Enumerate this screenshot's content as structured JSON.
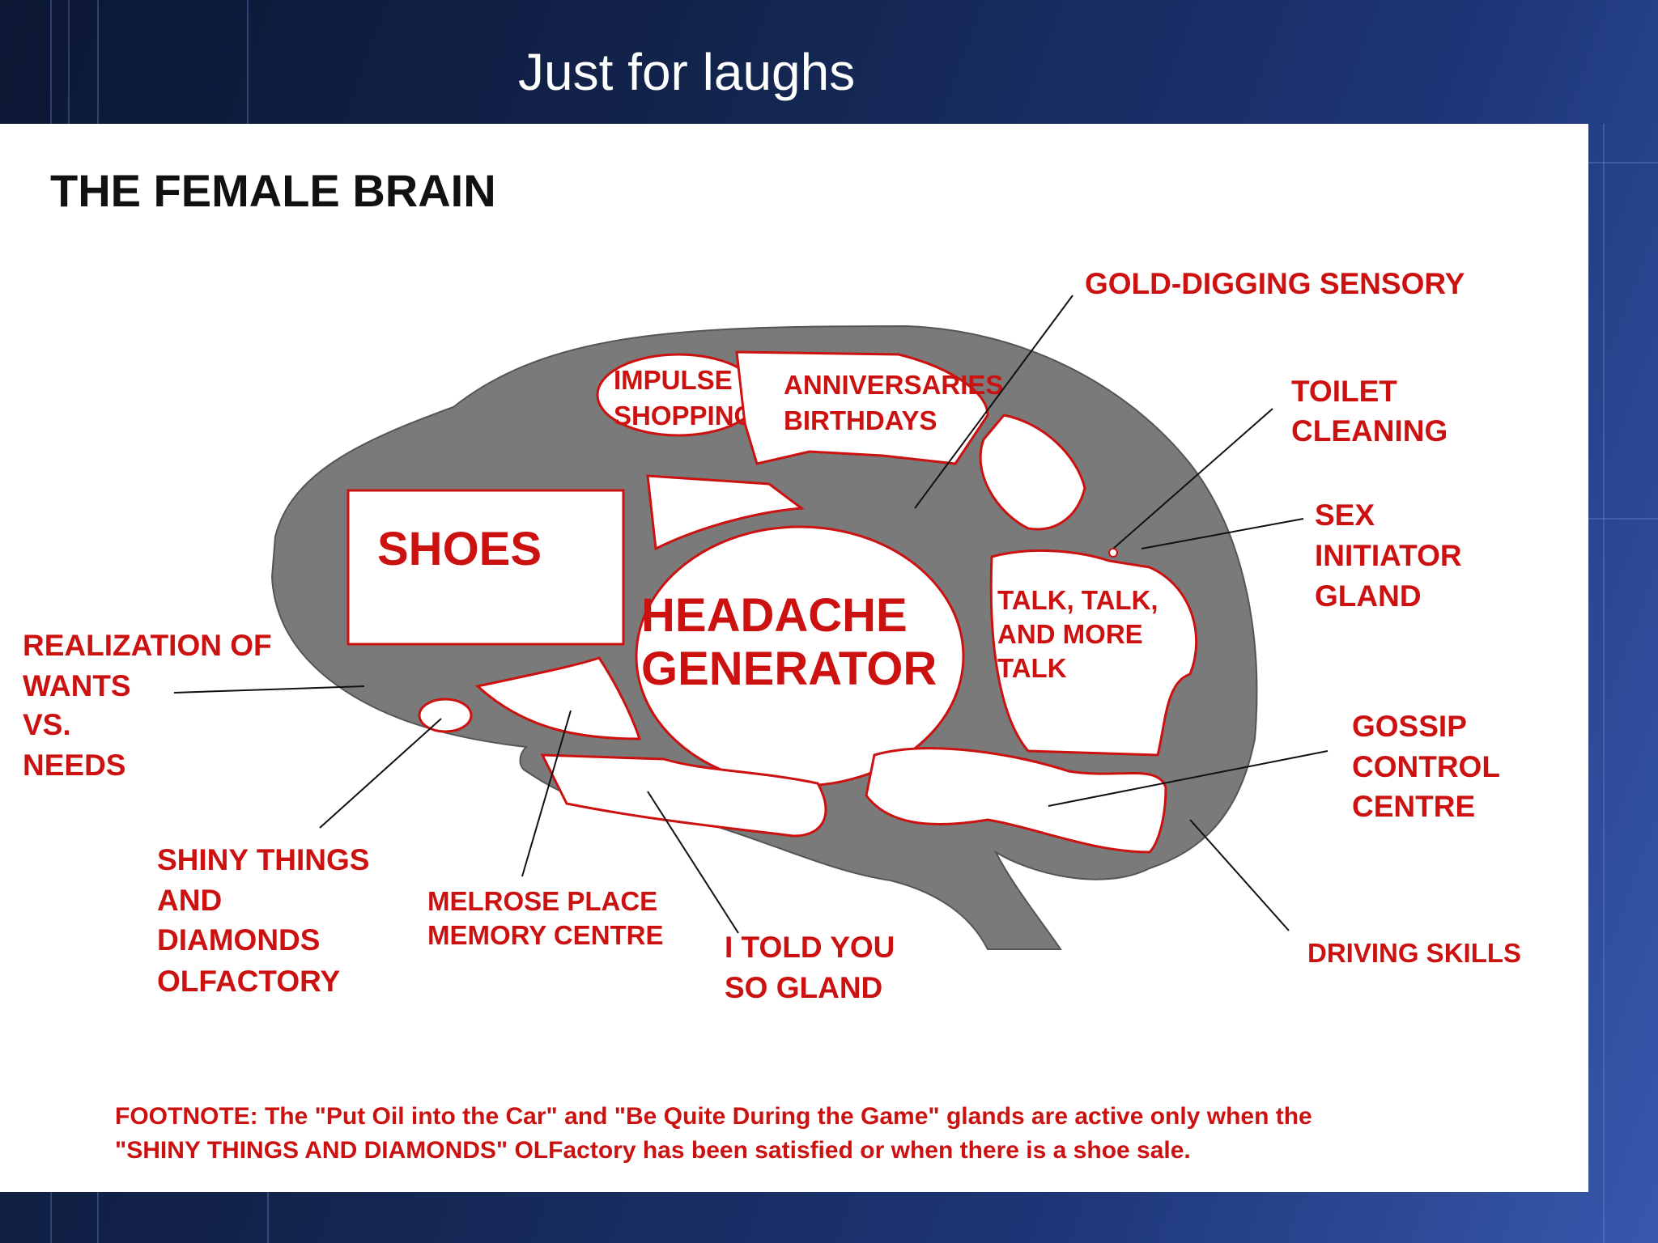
{
  "slide": {
    "title": "Just for laughs"
  },
  "diagram": {
    "title": "THE FEMALE BRAIN",
    "regions": {
      "shoes": "SHOES",
      "headache_1": "HEADACHE",
      "headache_2": "GENERATOR",
      "impulse_1": "IMPULSE",
      "impulse_2": "SHOPPING",
      "anniv_1": "ANNIVERSARIES",
      "anniv_2": "BIRTHDAYS",
      "talk_1": "TALK, TALK,",
      "talk_2": "AND MORE",
      "talk_3": "TALK"
    },
    "callouts": {
      "gold_digging": "GOLD-DIGGING SENSORY",
      "toilet_1": "TOILET",
      "toilet_2": "CLEANING",
      "sex_1": "SEX",
      "sex_2": "INITIATOR",
      "sex_3": "GLAND",
      "realization_1": "REALIZATION OF",
      "realization_2": "WANTS",
      "realization_3": "VS.",
      "realization_4": "NEEDS",
      "gossip_1": "GOSSIP",
      "gossip_2": "CONTROL",
      "gossip_3": "CENTRE",
      "shiny_1": "SHINY THINGS",
      "shiny_2": "AND",
      "shiny_3": "DIAMONDS",
      "shiny_4": "OLFACTORY",
      "melrose_1": "MELROSE PLACE",
      "melrose_2": "MEMORY CENTRE",
      "told_1": "I TOLD YOU",
      "told_2": "SO GLAND",
      "driving": "DRIVING SKILLS"
    },
    "footnote_1": "FOOTNOTE:  The \"Put Oil into the Car\" and \"Be Quite During the Game\" glands are active only when the",
    "footnote_2": "\"SHINY THINGS AND DIAMONDS\" OLFactory has been satisfied or when there is a shoe sale.",
    "colors": {
      "brain": "#7a7a7a",
      "accent": "#cc1111",
      "title": "#111111"
    }
  }
}
